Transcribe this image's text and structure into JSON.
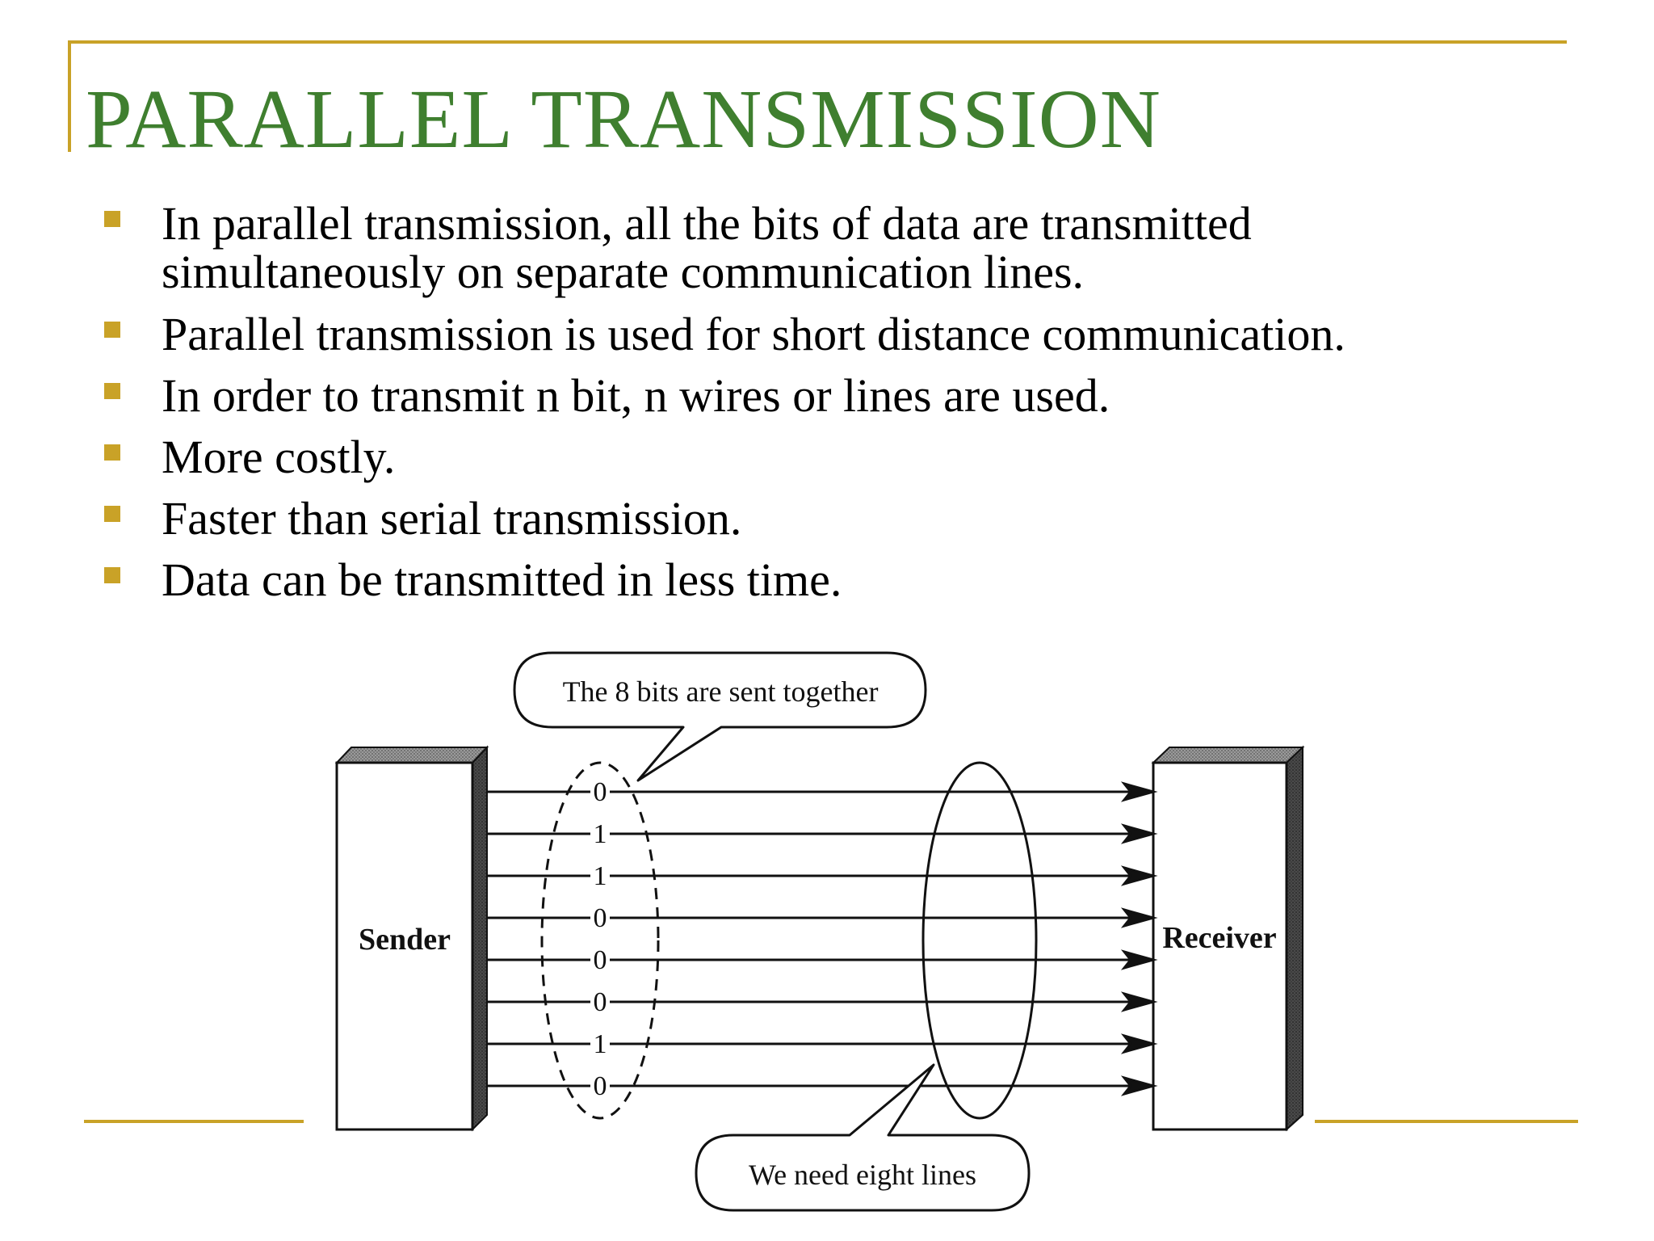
{
  "slide": {
    "title": "PARALLEL TRANSMISSION",
    "bullets": [
      {
        "line1": "In parallel transmission, all the bits of data are transmitted",
        "line2": "simultaneously on separate communication lines."
      },
      {
        "line1": "Parallel transmission is used for short distance communication."
      },
      {
        "line1": "In order to transmit n bit, n wires or lines are used."
      },
      {
        "line1": "More costly."
      },
      {
        "line1": "Faster than serial transmission."
      },
      {
        "line1": "Data can be transmitted in less time."
      }
    ],
    "colors": {
      "title": "#3f7f2f",
      "rule": "#c9a227",
      "bullet": "#c9a227"
    }
  },
  "diagram": {
    "sender_label": "Sender",
    "receiver_label": "Receiver",
    "callout_top": "The 8 bits are sent together",
    "callout_bottom": "We need eight lines",
    "bits": [
      "0",
      "1",
      "1",
      "0",
      "0",
      "0",
      "1",
      "0"
    ]
  }
}
